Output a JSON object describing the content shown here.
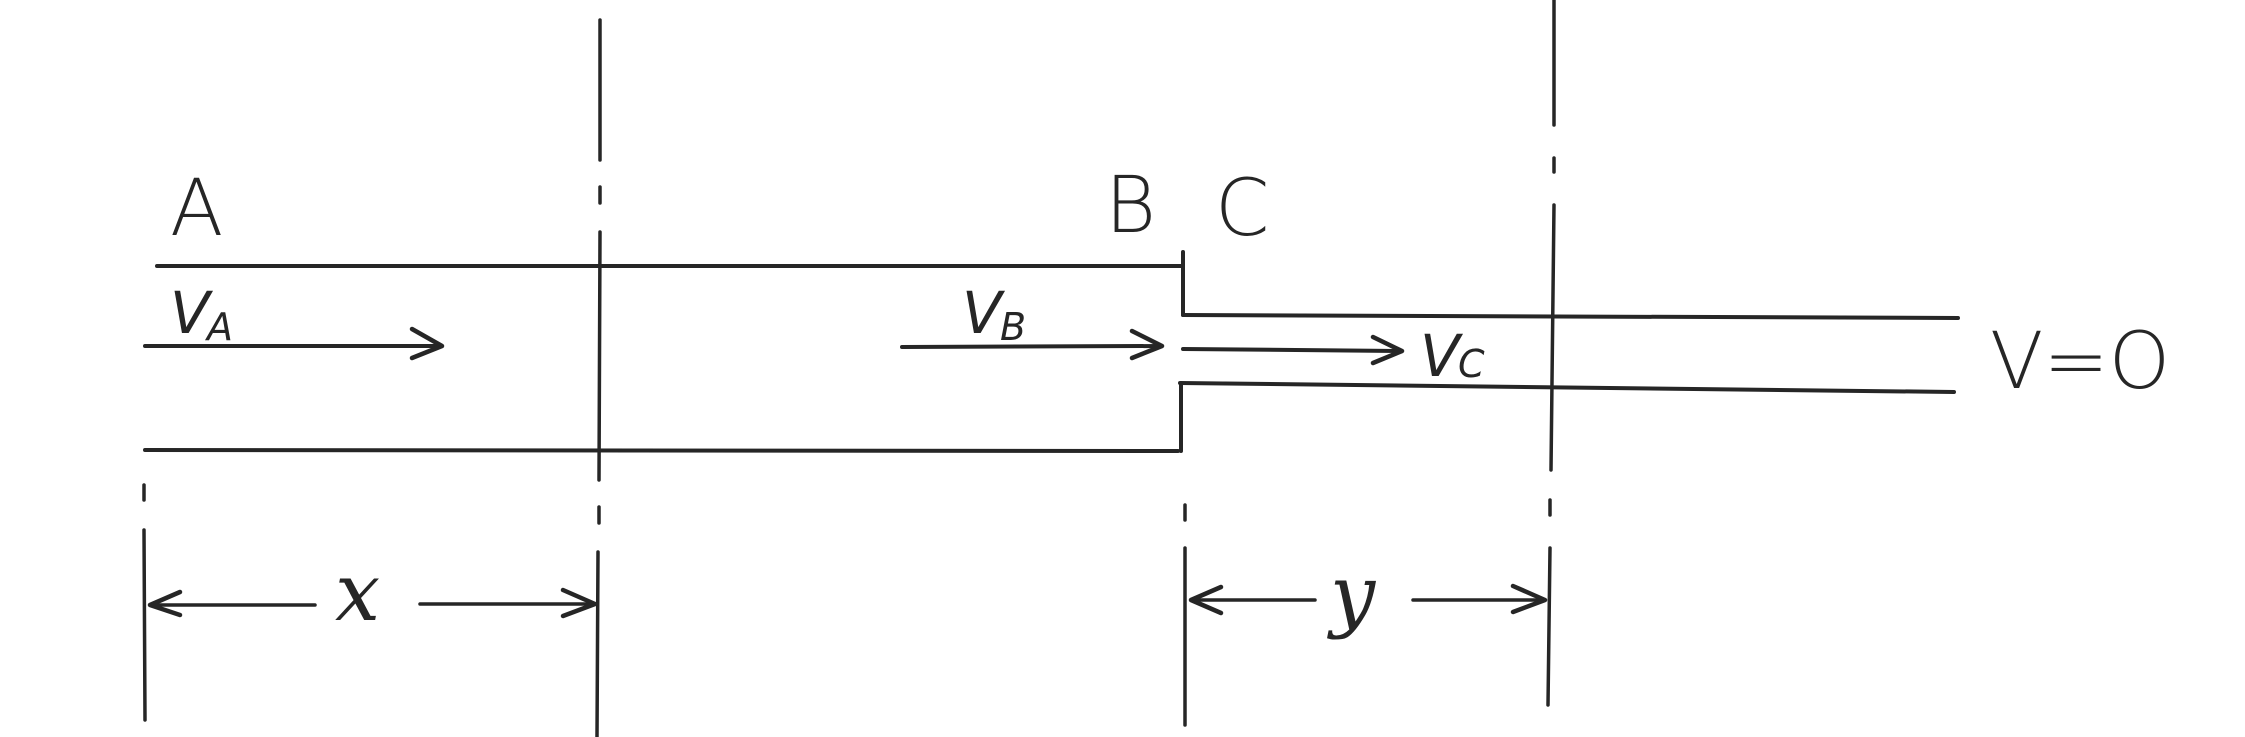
{
  "labels": {
    "point_a": "A",
    "point_b": "B",
    "point_c": "C",
    "velocity_a": {
      "symbol": "V",
      "subscript": "A"
    },
    "velocity_b": {
      "symbol": "V",
      "subscript": "B"
    },
    "velocity_c": {
      "symbol": "V",
      "subscript": "C"
    },
    "velocity_end": "V=O",
    "dimension_x": "x",
    "dimension_y": "y"
  },
  "colors": {
    "ink": "#262626",
    "background": "#ffffff"
  }
}
